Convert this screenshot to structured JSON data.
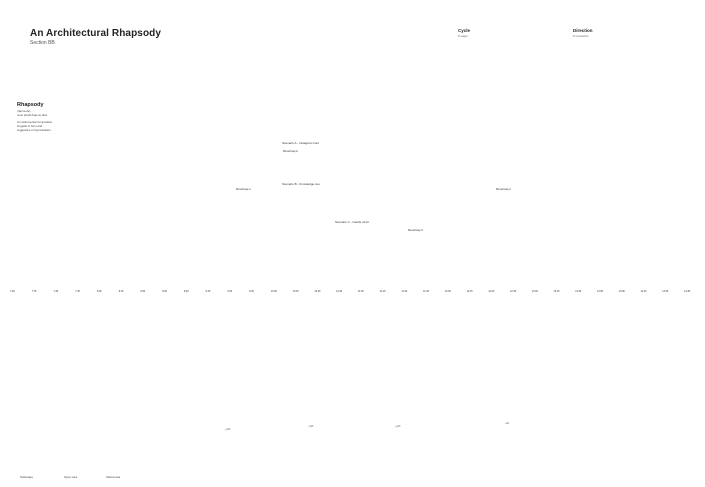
{
  "title": "An Architectural Rhapsody",
  "subtitle": "Section BB",
  "definition": {
    "word": "Rhapsody",
    "lines": [
      "(räp'sə-dē)",
      "noun plural rhap-so-dies",
      "",
      "An instrumental composition",
      "irregular in form and",
      "suggestive of improvisation."
    ]
  },
  "cycle": {
    "title": "Cycle",
    "subtitle": "# steps"
  },
  "direction": {
    "title": "Direction",
    "subtitle": "# conductor"
  },
  "scenarios": {
    "a": "Scenario A - Instagram hunt",
    "b": "Scenario B - Knowledge cue",
    "c": "Scenario C - Gentle stroll"
  },
  "markers": {
    "a": "Moodmap A",
    "b1": "Moodmap 1",
    "b2": "Moodmap 2",
    "c": "Moodmap C"
  },
  "timeline_ticks": [
    "7:00",
    "7:15",
    "7:30",
    "7:45",
    "8:00",
    "8:15",
    "8:30",
    "8:45",
    "9:00",
    "9:15",
    "9:30",
    "9:45",
    "10:00",
    "10:15",
    "10:30",
    "10:45",
    "11:00",
    "11:15",
    "11:30",
    "11:45",
    "12:00",
    "12:15",
    "12:30",
    "12:45",
    "13:00",
    "13:15",
    "13:30",
    "13:45",
    "14:00",
    "14:15",
    "14:30",
    "14:45"
  ],
  "contour_labels": [
    "+200",
    "+150",
    "+100",
    "+50"
  ],
  "bottom_legend": [
    "Soilscape",
    "Open sea",
    "Varied sea"
  ],
  "colors": {
    "accent_red": "#b01818",
    "line": "#333333",
    "ground": "#ececec"
  }
}
